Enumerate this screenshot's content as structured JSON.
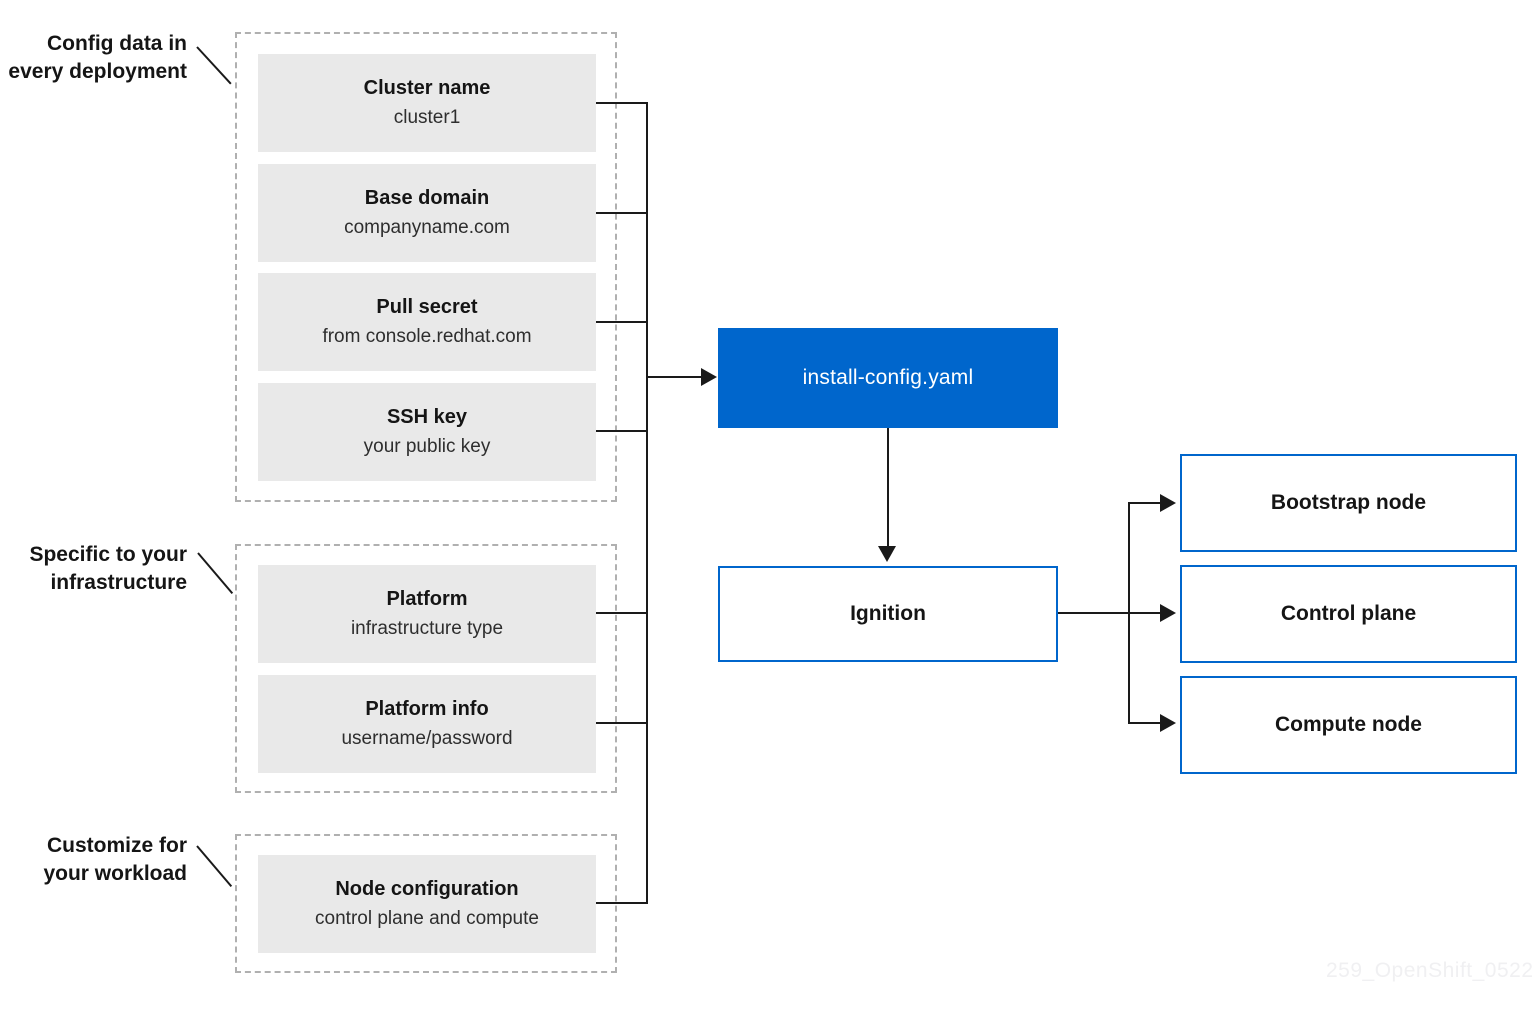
{
  "diagram": {
    "groups": [
      {
        "label": [
          "Config data in",
          "every deployment"
        ],
        "boxes": [
          {
            "title": "Cluster name",
            "subtitle": "cluster1"
          },
          {
            "title": "Base domain",
            "subtitle": "companyname.com"
          },
          {
            "title": "Pull secret",
            "subtitle": "from console.redhat.com"
          },
          {
            "title": "SSH key",
            "subtitle": "your public key"
          }
        ]
      },
      {
        "label": [
          "Specific to your",
          "infrastructure"
        ],
        "boxes": [
          {
            "title": "Platform",
            "subtitle": "infrastructure type"
          },
          {
            "title": "Platform info",
            "subtitle": "username/password"
          }
        ]
      },
      {
        "label": [
          "Customize for",
          "your workload"
        ],
        "boxes": [
          {
            "title": "Node configuration",
            "subtitle": "control plane and compute"
          }
        ]
      }
    ],
    "install_config_label": "install-config.yaml",
    "ignition_label": "Ignition",
    "outputs": [
      "Bootstrap node",
      "Control plane",
      "Compute node"
    ],
    "watermark": "259_OpenShift_0522",
    "colors": {
      "accent_blue": "#0066cc",
      "box_gray": "#e9e9e9",
      "line": "#1a1a1a",
      "dashed_border": "#b0b0b0"
    }
  }
}
